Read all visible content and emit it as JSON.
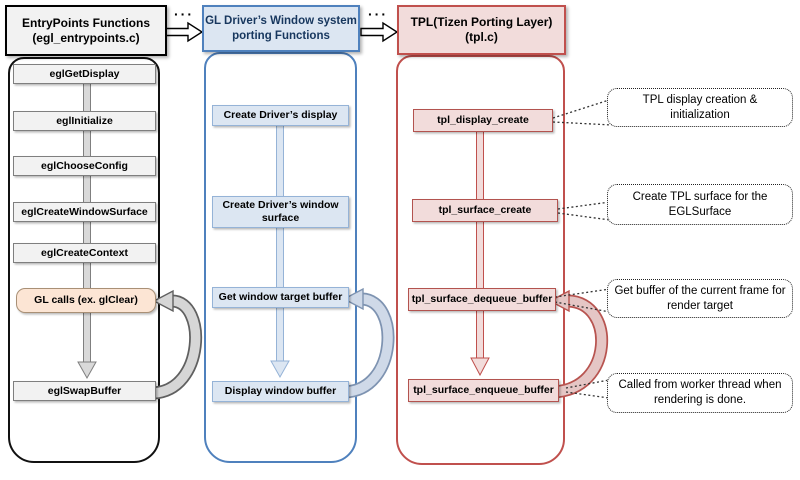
{
  "diagram": {
    "columns": [
      {
        "id": "entrypoints",
        "header_line1": "EntryPoints Functions",
        "header_line2": "(egl_entrypoints.c)",
        "accent_color": "#000000",
        "box_fill": "#f2f2f2",
        "boxes": [
          {
            "label": "eglGetDisplay"
          },
          {
            "label": "eglInitialize"
          },
          {
            "label": "eglChooseConfig"
          },
          {
            "label": "eglCreateWindowSurface"
          },
          {
            "label": "eglCreateContext"
          },
          {
            "label": "GL calls (ex. glClear)",
            "fill": "#fce5d4"
          },
          {
            "label": "eglSwapBuffer"
          }
        ]
      },
      {
        "id": "gl-driver-porting",
        "header_line1": "GL Driver’s Window system",
        "header_line2": "porting Functions",
        "accent_color": "#4f81bd",
        "box_fill": "#dce6f2",
        "boxes": [
          {
            "label": "Create Driver’s display"
          },
          {
            "label": "Create Driver’s window surface"
          },
          {
            "label": "Get window target buffer"
          },
          {
            "label": "Display window buffer"
          }
        ]
      },
      {
        "id": "tizen-porting-layer",
        "header_line1": "TPL(Tizen Porting Layer)",
        "header_line2": "(tpl.c)",
        "accent_color": "#c0504d",
        "box_fill": "#f2dcdb",
        "boxes": [
          {
            "label": "tpl_display_create"
          },
          {
            "label": "tpl_surface_create"
          },
          {
            "label": "tpl_surface_dequeue_buffer"
          },
          {
            "label": "tpl_surface_enqueue_buffer"
          }
        ]
      }
    ],
    "transitions": [
      {
        "label": "···"
      },
      {
        "label": "···"
      }
    ],
    "callouts": [
      {
        "text": "TPL display creation & initialization"
      },
      {
        "text": "Create TPL surface for the EGLSurface"
      },
      {
        "text": "Get buffer of the current frame for render target"
      },
      {
        "text": "Called from worker thread when rendering is done."
      }
    ]
  }
}
